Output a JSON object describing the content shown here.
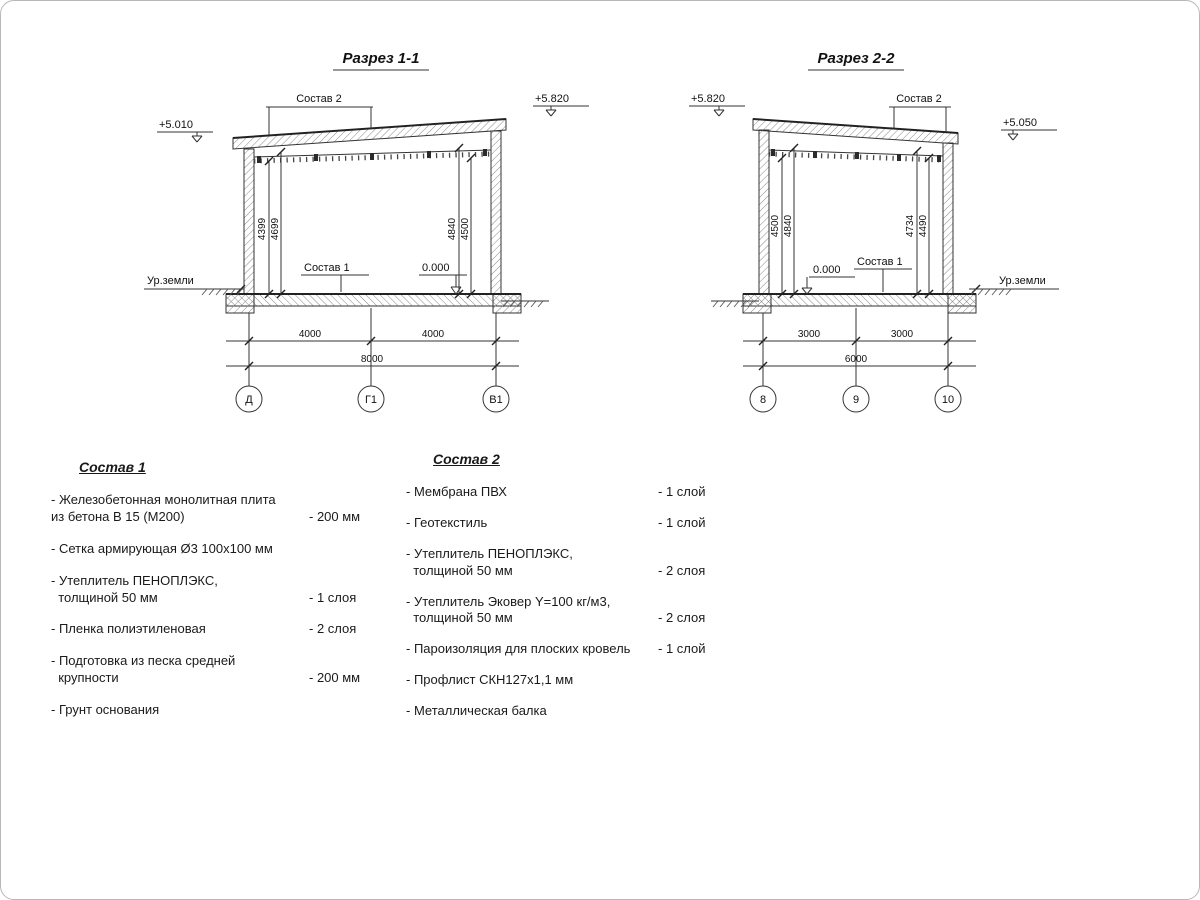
{
  "titles": {
    "section1": "Разрез 1-1",
    "section2": "Разрез 2-2"
  },
  "section1": {
    "elev_left": "+5.010",
    "elev_right": "+5.820",
    "label_sostav2": "Состав 2",
    "label_sostav1": "Состав 1",
    "label_zero": "0.000",
    "label_ground": "Ур.земли",
    "dims_left": [
      "4399",
      "4699"
    ],
    "dims_right": [
      "4840",
      "4500"
    ],
    "dims_bottom": [
      "4000",
      "4000"
    ],
    "dim_total": "8000",
    "axes": [
      "Д",
      "Г1",
      "В1"
    ]
  },
  "section2": {
    "elev_left": "+5.820",
    "elev_right": "+5.050",
    "label_sostav2": "Состав 2",
    "label_sostav1": "Состав 1",
    "label_zero": "0.000",
    "label_ground": "Ур.земли",
    "dims_left": [
      "4500",
      "4840"
    ],
    "dims_right": [
      "4734",
      "4490"
    ],
    "dims_bottom": [
      "3000",
      "3000"
    ],
    "dim_total": "6000",
    "axes": [
      "8",
      "9",
      "10"
    ]
  },
  "sostav1": {
    "title": "Состав 1",
    "items": [
      {
        "text": "- Железобетонная  монолитная плита\nиз бетона В 15 (М200)",
        "value": "- 200 мм"
      },
      {
        "text": "- Сетка армирующая Ø3 100х100 мм",
        "value": ""
      },
      {
        "text": "-  Утеплитель ПЕНОПЛЭКС,\n  толщиной 50 мм",
        "value": "- 1 слоя"
      },
      {
        "text": "- Пленка полиэтиленовая",
        "value": "- 2 слоя"
      },
      {
        "text": "- Подготовка из песка средней\n  крупности",
        "value": "- 200 мм"
      },
      {
        "text": "- Грунт основания",
        "value": ""
      }
    ]
  },
  "sostav2": {
    "title": "Состав 2",
    "items": [
      {
        "text": "- Мембрана ПВХ",
        "value": "- 1 слой"
      },
      {
        "text": "- Геотекстиль",
        "value": "- 1 слой"
      },
      {
        "text": "- Утеплитель ПЕНОПЛЭКС,\n  толщиной 50 мм",
        "value": "- 2 слоя"
      },
      {
        "text": "- Утеплитель Эковер Y=100 кг/м3,\n  толщиной 50 мм",
        "value": "- 2 слоя"
      },
      {
        "text": "- Пароизоляция для плоских кровель",
        "value": "- 1 слой"
      },
      {
        "text": "- Профлист СКН127х1,1 мм",
        "value": ""
      },
      {
        "text": "- Металлическая балка",
        "value": ""
      }
    ]
  }
}
